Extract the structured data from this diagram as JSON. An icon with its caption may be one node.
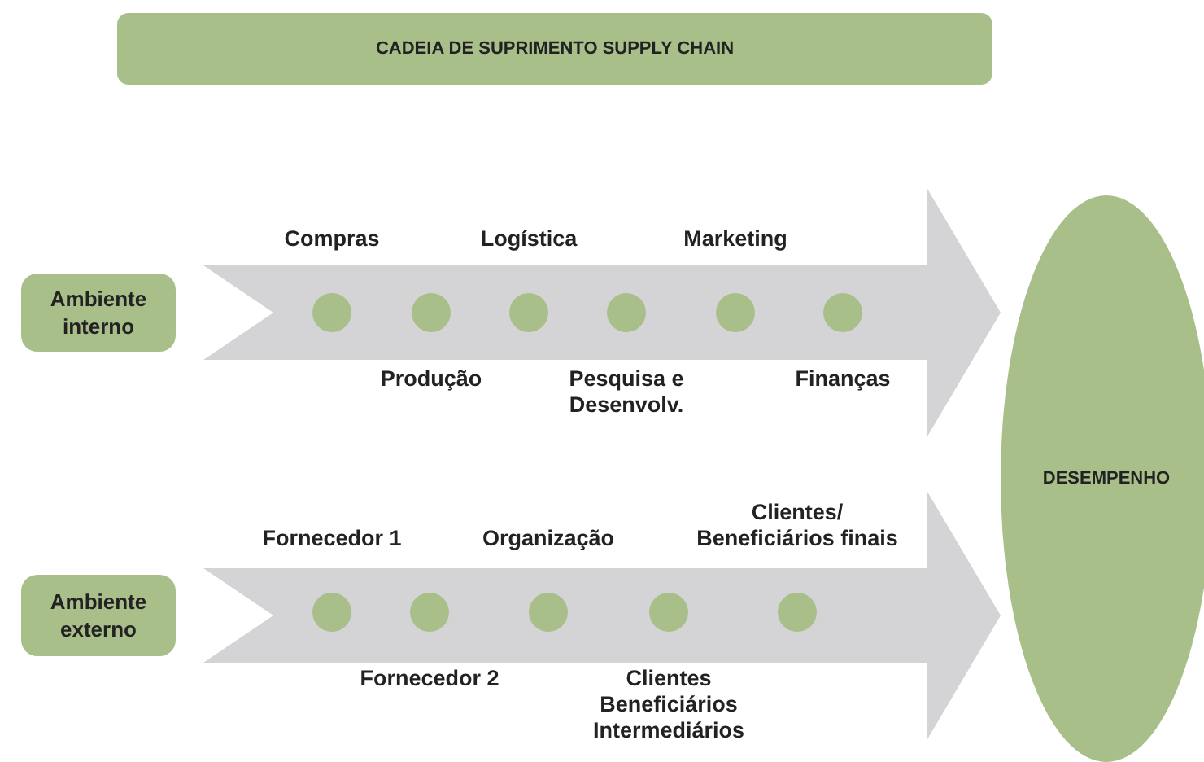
{
  "diagram": {
    "nodes": [
      {
        "text": [
          "CADEIA DE SUPRIMENTO SUPPLY CHAIN"
        ]
      },
      {
        "text": [
          "Ambiente interno"
        ]
      },
      {
        "text": [],
        "shape": "circle",
        "beside": [
          "Compras"
        ]
      },
      {
        "text": [],
        "shape": "circle",
        "beside": [
          "Produção"
        ]
      },
      {
        "text": [],
        "shape": "circle",
        "beside": [
          "Logística"
        ]
      },
      {
        "text": [],
        "shape": "circle",
        "beside": [
          "Pesquisa e Desenvolv."
        ]
      },
      {
        "text": [],
        "shape": "circle",
        "beside": [
          "Marketing"
        ]
      },
      {
        "text": [],
        "shape": "circle",
        "beside": [
          "Finanças"
        ]
      },
      {
        "text": [
          "DESEMPENHO"
        ]
      },
      {
        "text": [
          "Ambiente externo"
        ]
      },
      {
        "text": [],
        "shape": "circle",
        "beside": [
          "Fornecedor 1"
        ]
      },
      {
        "text": [],
        "shape": "circle",
        "beside": [
          "Fornecedor 2"
        ]
      },
      {
        "text": [],
        "shape": "circle",
        "beside": [
          "Organização"
        ]
      },
      {
        "text": [],
        "shape": "circle",
        "beside": [
          "Clientes Beneficiários Intermediários"
        ]
      },
      {
        "text": [],
        "shape": "circle",
        "beside": [
          "Clientes/ Beneficiários finais"
        ]
      }
    ],
    "edges": [
      {
        "from": 1,
        "to": 8,
        "arrow": "to",
        "style": "thick"
      },
      {
        "from": 9,
        "to": 8,
        "arrow": "to",
        "style": "thick"
      }
    ]
  }
}
